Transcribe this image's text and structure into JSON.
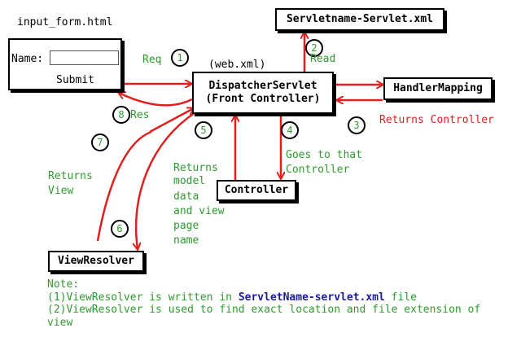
{
  "form": {
    "file_label": "input_form.html",
    "name_label": "Name:",
    "submit_label": "Submit"
  },
  "dispatcher": {
    "config_label": "(web.xml)",
    "line1": "DispatcherServlet",
    "line2": "(Front Controller)"
  },
  "servlet_xml": {
    "label": "Servletname-Servlet.xml"
  },
  "handler_mapping": {
    "label": "HandlerMapping"
  },
  "controller": {
    "label": "Controller"
  },
  "view_resolver": {
    "label": "ViewResolver"
  },
  "steps": {
    "s1": {
      "num": "1",
      "text": "Req"
    },
    "s2": {
      "num": "2",
      "text": "Read"
    },
    "s3": {
      "num": "3",
      "text": "Returns Controller"
    },
    "s4": {
      "num": "4",
      "text_line1": "Goes to that",
      "text_line2": "Controller"
    },
    "s5": {
      "num": "5",
      "lines": [
        "Returns",
        "model",
        "data",
        "and view",
        "page",
        "name"
      ]
    },
    "s6": {
      "num": "6"
    },
    "s7": {
      "num": "7",
      "text_line1": "Returns",
      "text_line2": "View"
    },
    "s8": {
      "num": "8",
      "text": "Res"
    }
  },
  "note": {
    "heading": "Note:",
    "line1_prefix": "(1)ViewResolver is written in ",
    "line1_emph": "ServletName-servlet.xml",
    "line1_suffix": " file",
    "line2": "(2)ViewResolver is used to find exact location and file extension of",
    "line3": "view"
  },
  "colors": {
    "arrow": "#e02020",
    "label_green": "#2f9a2f",
    "label_red": "#e02020",
    "emphasis": "#1a1aa0"
  }
}
